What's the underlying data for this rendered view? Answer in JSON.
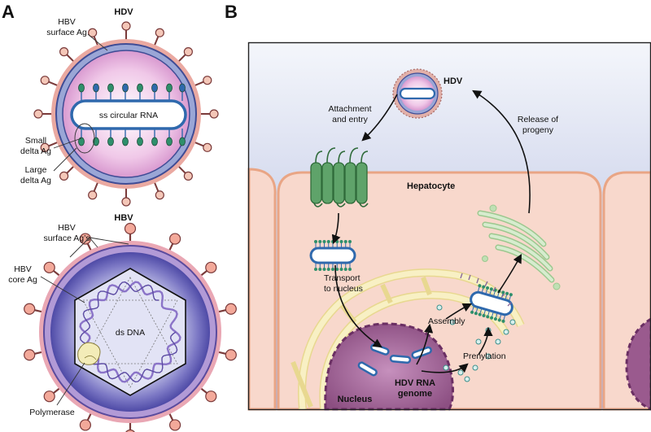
{
  "panel_a": {
    "letter": "A",
    "hdv": {
      "title": "HDV",
      "surface_ag": [
        "HBV",
        "surface Ag"
      ],
      "rna": "ss circular RNA",
      "small_delta": [
        "Small",
        "delta Ag"
      ],
      "large_delta": [
        "Large",
        "delta Ag"
      ]
    },
    "hbv": {
      "title": "HBV",
      "surface_ags": [
        "HBV",
        "surface Ag’s"
      ],
      "core_ag": [
        "HBV",
        "core Ag"
      ],
      "dna": "ds DNA",
      "polymerase": "Polymerase"
    }
  },
  "panel_b": {
    "letter": "B",
    "hdv_label": "HDV",
    "attachment": [
      "Attachment",
      "and entry"
    ],
    "release": [
      "Release of",
      "progeny"
    ],
    "hepatocyte": "Hepatocyte",
    "transport": [
      "Transport",
      "to nucleus"
    ],
    "assembly": "Assembly",
    "prenylation": "Prenylation",
    "genome": [
      "HDV RNA",
      "genome"
    ],
    "nucleus": "Nucleus"
  },
  "colors": {
    "blood_top": "#f4f6fb",
    "blood_bottom": "#a9b3dc",
    "cell_fill": "#f8d8cc",
    "cell_border": "#e9a585",
    "nucleus": "#9a5a8e",
    "receptor": "#5fa36a",
    "rna_blue": "#2f69ad",
    "golgi": "#bfe0b4",
    "er": "#f8f0c4"
  }
}
